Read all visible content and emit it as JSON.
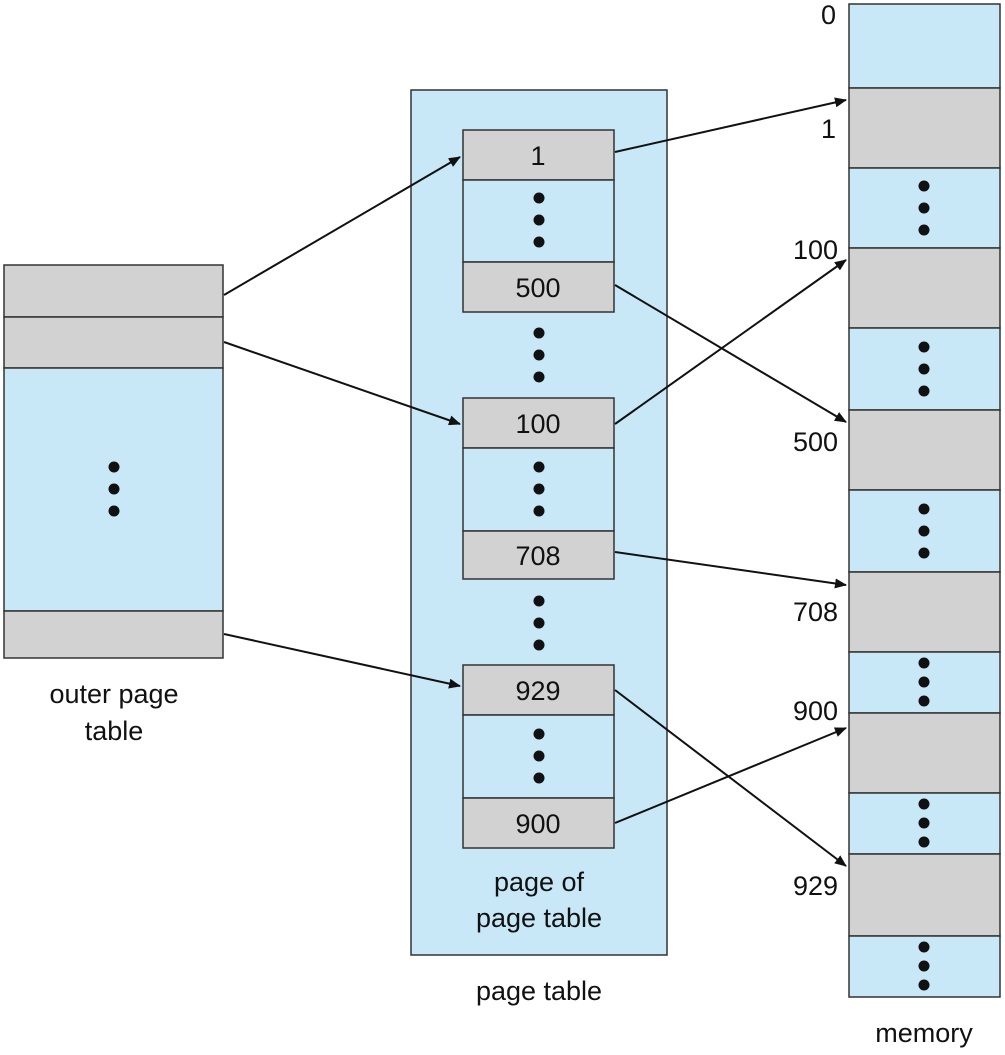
{
  "colors": {
    "light_blue": "#c8e8f8",
    "gray": "#d2d2d2",
    "outline": "#333333",
    "arrow": "#111111"
  },
  "outer_page_table": {
    "label_line1": "outer page",
    "label_line2": "table"
  },
  "page_table": {
    "label": "page table",
    "inner_label_line1": "page of",
    "inner_label_line2": "page table",
    "pages": [
      {
        "entries": [
          "1",
          "500"
        ]
      },
      {
        "entries": [
          "100",
          "708"
        ]
      },
      {
        "entries": [
          "929",
          "900"
        ]
      }
    ]
  },
  "memory": {
    "label": "memory",
    "frame_labels": [
      "0",
      "1",
      "100",
      "500",
      "708",
      "900",
      "929"
    ]
  }
}
